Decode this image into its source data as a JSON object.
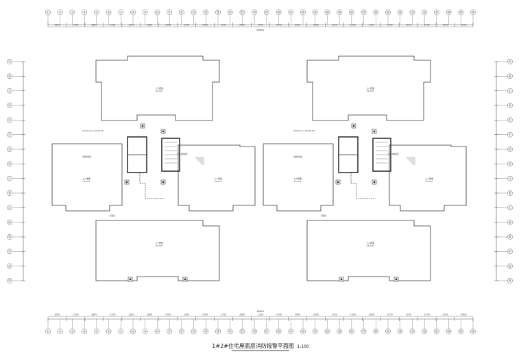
{
  "drawing": {
    "title": "1#2#住宅屋面层消防报警平面图",
    "scale": "1:100"
  },
  "axes": {
    "top": [
      "①",
      "②",
      "③",
      "④",
      "⑤",
      "⑥",
      "⑦",
      "⑧",
      "⑨",
      "⑩",
      "⑪",
      "⑫",
      "⑬",
      "⑭",
      "⑮",
      "⑯",
      "⑰",
      "⑱",
      "⑲",
      "⑳",
      "㉑",
      "㉒",
      "㉓",
      "㉔",
      "㉕",
      "㉖",
      "㉗",
      "㉘",
      "㉙",
      "㉚",
      "㉛",
      "㉜",
      "㉝",
      "㉞",
      "㉟",
      "㊱"
    ],
    "left": [
      "Ⓐ",
      "Ⓑ",
      "Ⓒ",
      "Ⓓ",
      "Ⓔ",
      "Ⓕ",
      "Ⓖ",
      "Ⓗ",
      "Ⓙ",
      "Ⓚ",
      "Ⓛ",
      "Ⓜ",
      "Ⓝ",
      "Ⓟ",
      "Ⓠ",
      "Ⓡ"
    ],
    "right": [
      "Ⓐ",
      "Ⓑ",
      "Ⓒ",
      "Ⓓ",
      "Ⓔ",
      "Ⓕ",
      "Ⓖ",
      "Ⓗ",
      "Ⓙ",
      "Ⓚ",
      "Ⓛ",
      "Ⓜ",
      "Ⓝ",
      "Ⓟ",
      "Ⓠ",
      "Ⓡ"
    ]
  },
  "dimensions": {
    "top": [
      "3500",
      "1150",
      "2850",
      "2700",
      "1100",
      "1800",
      "2700",
      "1400",
      "2700",
      "2700",
      "3000",
      "1550",
      "2700",
      "3000",
      "3300",
      "2700",
      "1500",
      "1400",
      "3750",
      "1700",
      "2700",
      "2700",
      "3500"
    ],
    "top_total": "69800",
    "bottom": [
      "3500",
      "1150",
      "2850",
      "2700",
      "1100",
      "1800",
      "2700",
      "1400",
      "2700",
      "2700",
      "3000",
      "1550",
      "2700",
      "3000",
      "3300",
      "2700",
      "1500",
      "1400",
      "3750",
      "1700",
      "2700",
      "2700",
      "4900"
    ],
    "bottom_total": "69800"
  },
  "units": [
    {
      "roof_label": "上人屋面",
      "roof_elev": "24.700",
      "note_cable": "ZA-RVS-2×1.5-PC20-WC",
      "note_module": "消防模块箱",
      "note_stair": "屋顶消防报警",
      "note_roof_line": "屋面线"
    },
    {
      "roof_label": "上人屋面",
      "roof_elev": "24.700",
      "note_cable": "ZA-RVS-2×1.5-PC20-WC",
      "note_module": "消防模块箱",
      "note_stair": "屋顶消防报警",
      "note_roof_line": "屋面线"
    }
  ],
  "colors": {
    "line": "#555555",
    "wall": "#333333",
    "text": "#444444"
  }
}
